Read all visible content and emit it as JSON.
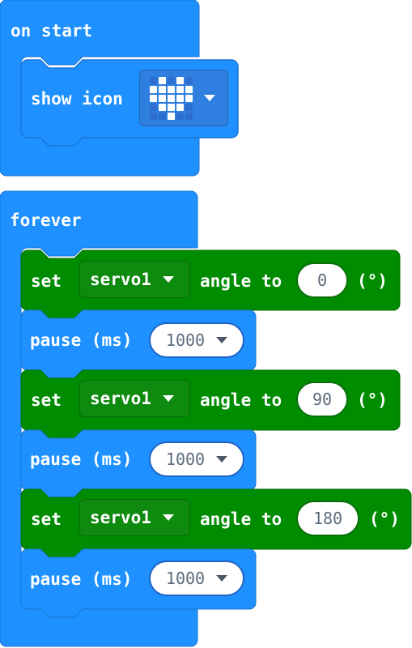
{
  "colors": {
    "basic_blue": "#1E90FF",
    "servo_green": "#008C00",
    "field_white": "#FFFFFF"
  },
  "on_start": {
    "label": "on start",
    "show_icon": {
      "label": "show icon",
      "icon": "heart-icon",
      "icon_grid": [
        [
          0,
          1,
          0,
          1,
          0
        ],
        [
          1,
          1,
          1,
          1,
          1
        ],
        [
          1,
          1,
          1,
          1,
          1
        ],
        [
          0,
          1,
          1,
          1,
          0
        ],
        [
          0,
          0,
          1,
          0,
          0
        ]
      ]
    }
  },
  "forever": {
    "label": "forever",
    "steps": [
      {
        "set_label": "set",
        "servo": "servo1",
        "angle_label": "angle to",
        "angle": "0",
        "unit": "(°)",
        "pause_label": "pause (ms)",
        "pause_value": "1000"
      },
      {
        "set_label": "set",
        "servo": "servo1",
        "angle_label": "angle to",
        "angle": "90",
        "unit": "(°)",
        "pause_label": "pause (ms)",
        "pause_value": "1000"
      },
      {
        "set_label": "set",
        "servo": "servo1",
        "angle_label": "angle to",
        "angle": "180",
        "unit": "(°)",
        "pause_label": "pause (ms)",
        "pause_value": "1000"
      }
    ]
  }
}
